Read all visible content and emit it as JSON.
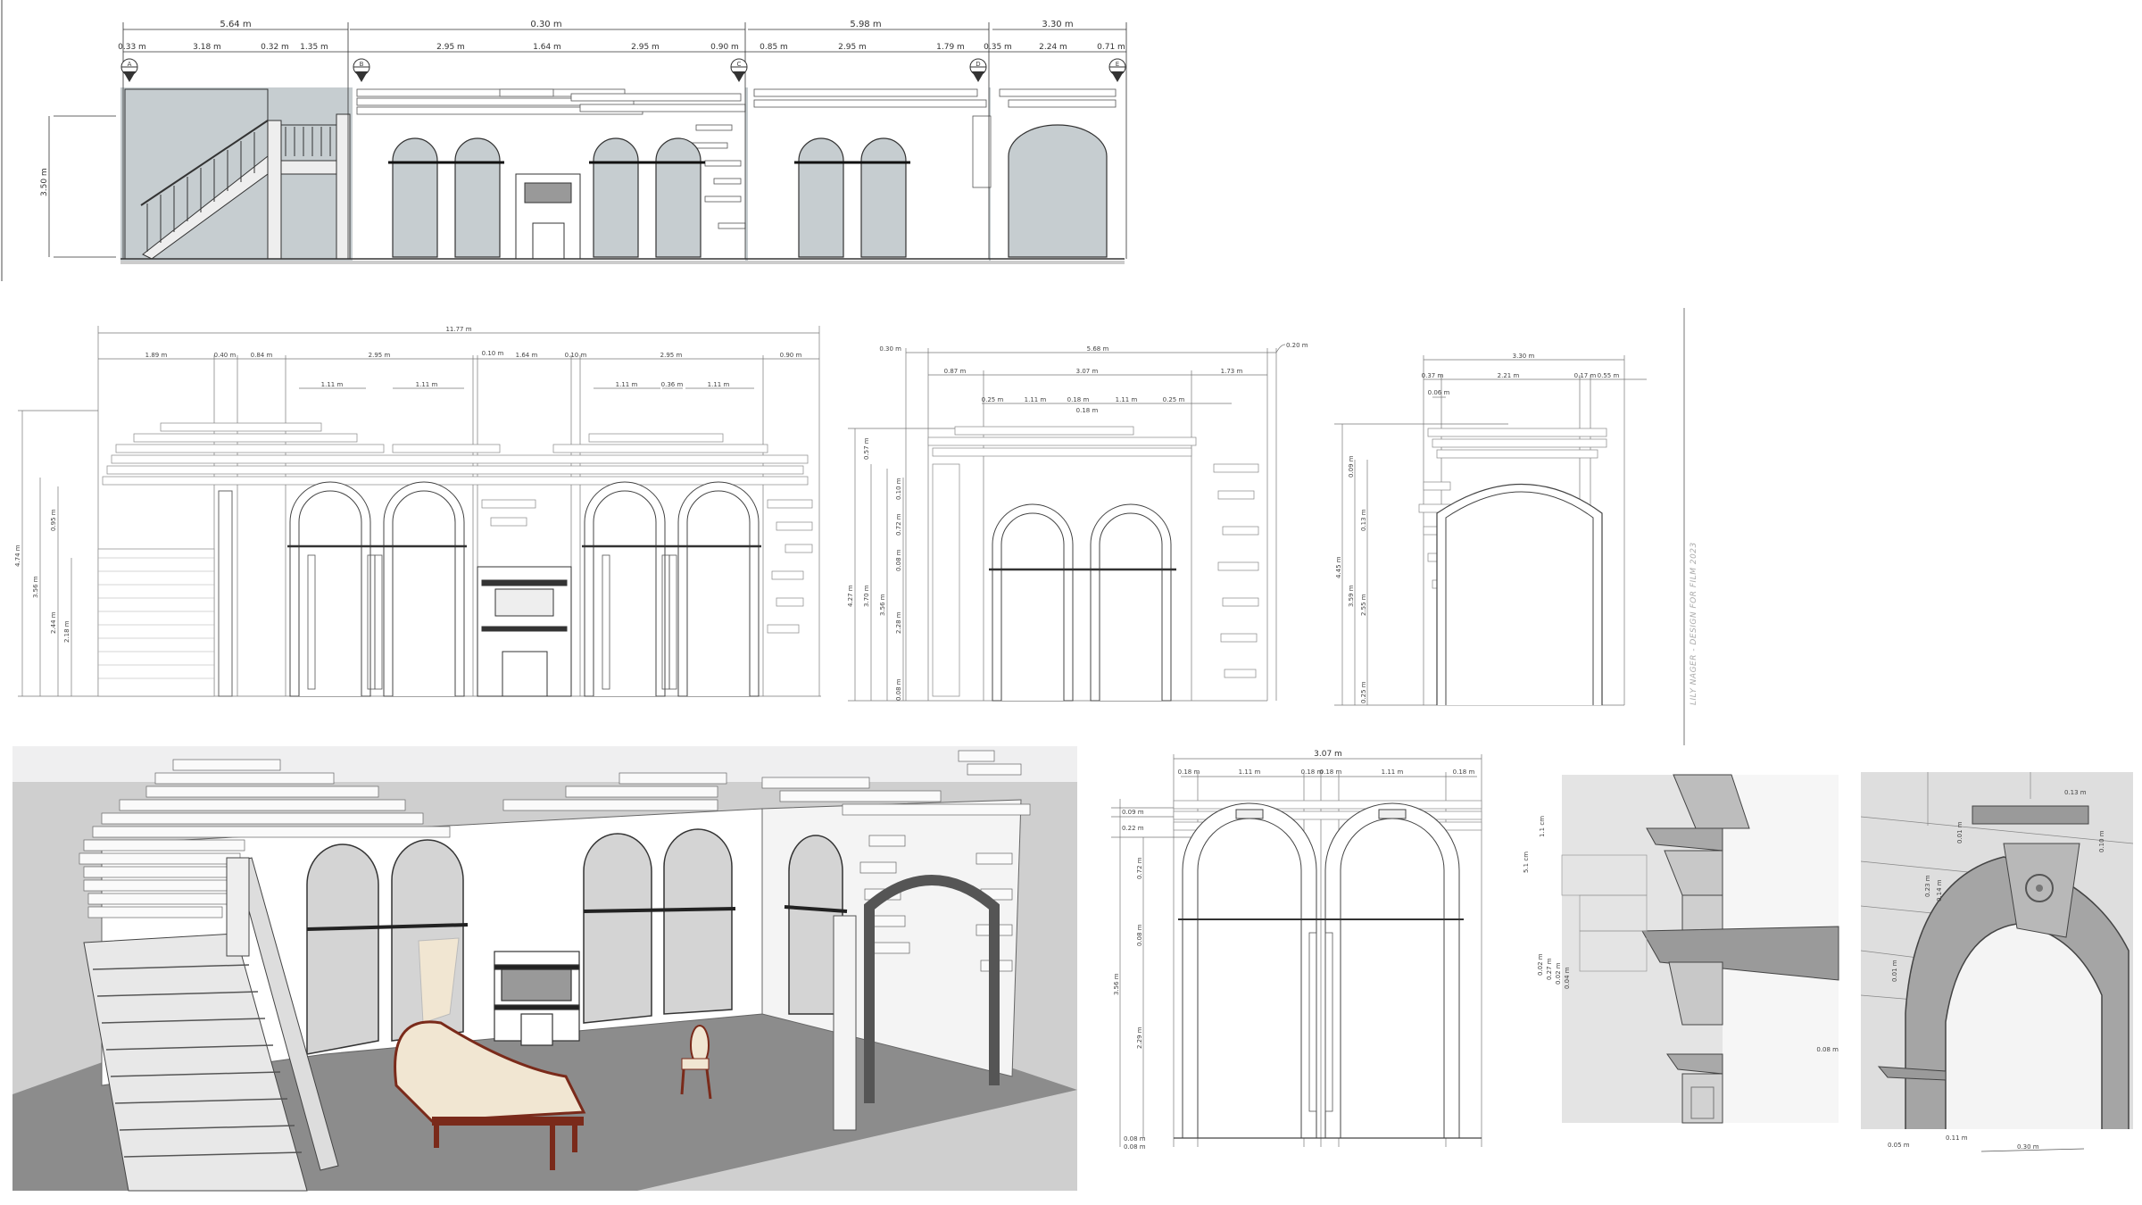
{
  "sheet": {
    "credit": "LILY NAGER - DESIGN FOR FILM 2023"
  },
  "elevation_plan": {
    "overall_dims": [
      "5.64 m",
      "0.30 m",
      "5.98 m",
      "3.30 m"
    ],
    "sub_dims": [
      "0.33 m",
      "3.18 m",
      "0.32 m",
      "1.35 m",
      "2.95 m",
      "1.64 m",
      "2.95 m",
      "0.90 m",
      "0.85 m",
      "2.95 m",
      "1.79 m",
      "0.35 m",
      "2.24 m",
      "0.71 m"
    ],
    "markers": [
      "A",
      "B",
      "C",
      "D",
      "E"
    ],
    "height_dim": "3.50 m"
  },
  "elevation_wall_1": {
    "overall": "11.77 m",
    "row1": [
      "1.89 m",
      "0.40 m",
      "0.84 m",
      "2.95 m",
      "0.10 m",
      "1.64 m",
      "0.10 m",
      "2.95 m",
      "0.90 m"
    ],
    "row2": [
      "1.11 m",
      "1.11 m",
      "1.11 m",
      "0.36 m",
      "1.11 m"
    ],
    "vertical": [
      "4.74 m",
      "3.56 m",
      "0.95 m",
      "2.44 m",
      "2.18 m"
    ]
  },
  "elevation_wall_2": {
    "left_offset": "0.30 m",
    "right_offset": "0.20 m",
    "overall": "5.68 m",
    "row1": [
      "0.87 m",
      "3.07 m",
      "1.73 m"
    ],
    "row2": [
      "0.25 m",
      "1.11 m",
      "0.18 m",
      "1.11 m",
      "0.25 m"
    ],
    "row3": "0.18 m",
    "vertical": [
      "4.27 m",
      "0.57 m",
      "3.70 m",
      "3.56 m",
      "0.10 m",
      "0.72 m",
      "0.08 m",
      "2.28 m",
      "0.08 m"
    ]
  },
  "elevation_wall_3": {
    "overall": "3.30 m",
    "row1": [
      "0.37 m",
      "2.21 m",
      "0.17 m",
      "0.55 m"
    ],
    "row2": "0.06 m",
    "vertical": [
      "4.45 m",
      "0.09 m",
      "3.59 m",
      "0.13 m",
      "2.55 m",
      "0.25 m"
    ]
  },
  "window_detail": {
    "overall": "3.07 m",
    "row1": [
      "0.18 m",
      "1.11 m",
      "0.18 m",
      "0.18 m",
      "1.11 m",
      "0.18 m"
    ],
    "vertical": [
      "0.09 m",
      "0.22 m",
      "0.72 m",
      "0.08 m",
      "3.56 m",
      "2.29 m",
      "0.08 m",
      "0.08 m"
    ]
  },
  "cornice_detail": {
    "labels": [
      "5.1 cm",
      "1.1 cm",
      "0.02 m",
      "0.27 m",
      "0.02 m",
      "0.04 m",
      "0.08 m"
    ]
  },
  "keystone_detail": {
    "labels": [
      "0.13 m",
      "0.01 m",
      "0.10 m",
      "0.23 m",
      "0.14 m",
      "0.01 m",
      "0.05 m",
      "0.11 m",
      "0.30 m"
    ]
  },
  "colors": {
    "glass": "#c6cdd0",
    "wall": "#ffffff",
    "line": "#333333",
    "floor": "#8c8c8c",
    "render_bg": "#cfcfcf",
    "wood": "#7a2a1a",
    "upholstery": "#f1e6d2"
  }
}
